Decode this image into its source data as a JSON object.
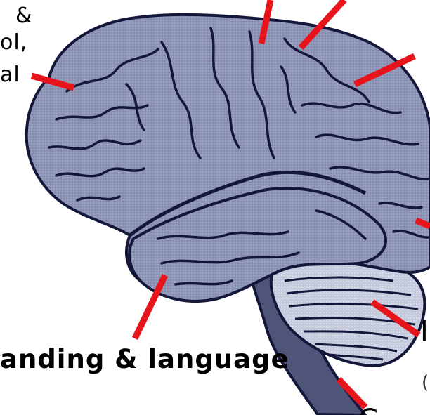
{
  "labels": {
    "left_line1": "&",
    "left_line2": "ol,",
    "left_line3": "al",
    "bottom_left": "anding & language",
    "right_mid": "I",
    "right_small": "(",
    "bottom_right": "C"
  },
  "colors": {
    "brain_fill": "#8e96b6",
    "brain_outline": "#14173a",
    "cerebellum_fill": "#c9cde0",
    "brainstem_fill": "#4f5579",
    "pointer_line": "#e8141c",
    "background": "#ffffff"
  }
}
